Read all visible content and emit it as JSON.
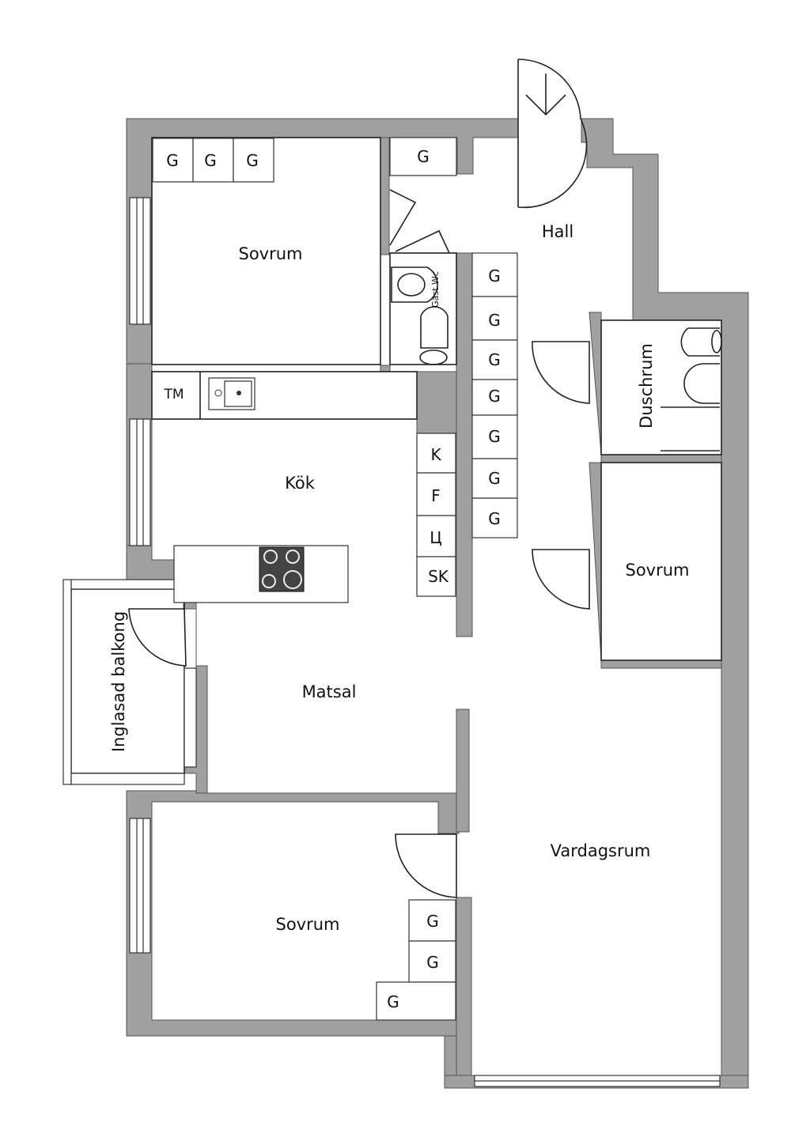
{
  "floorplan": {
    "colors": {
      "wall": "#a0a0a0",
      "line": "#222222",
      "background": "#ffffff"
    },
    "rooms": {
      "sovrum_top": "Sovrum",
      "hall": "Hall",
      "gast_wc": "Gäst Wc",
      "kok": "Kök",
      "duschrum": "Duschrum",
      "sovrum_right": "Sovrum",
      "matsal": "Matsal",
      "balkong": "Inglasad balkong",
      "vardagsrum": "Vardagsrum",
      "sovrum_bottom": "Sovrum"
    },
    "fixtures": {
      "wardrobe": "G",
      "dishwasher": "TM",
      "fridge": "K",
      "freezer": "F",
      "oven": "Ц",
      "storage": "SK"
    }
  }
}
